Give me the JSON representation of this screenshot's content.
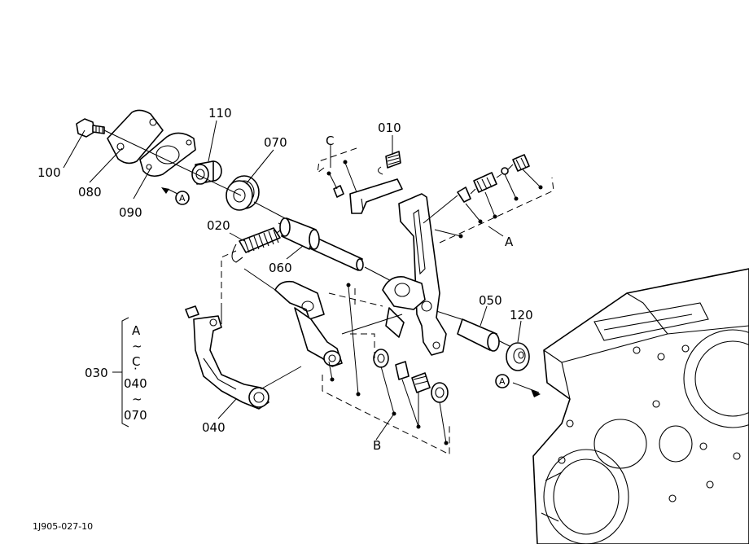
{
  "diagram": {
    "part_labels": {
      "p010": "010",
      "p020": "020",
      "p030": "030",
      "p040": "040",
      "p050": "050",
      "p060": "060",
      "p070": "070",
      "p080": "080",
      "p090": "090",
      "p100": "100",
      "p110": "110",
      "p120": "120"
    },
    "group_labels": {
      "a": "A",
      "b": "B",
      "c": "C"
    },
    "reference_marks": {
      "a1": "A",
      "a2": "A"
    },
    "range_note": {
      "from": "A",
      "tilde1": "~",
      "mid": "C",
      "sep": "·",
      "p040": "040",
      "tilde2": "~",
      "to": "070"
    },
    "drawing_code": "1J905-027-10"
  }
}
